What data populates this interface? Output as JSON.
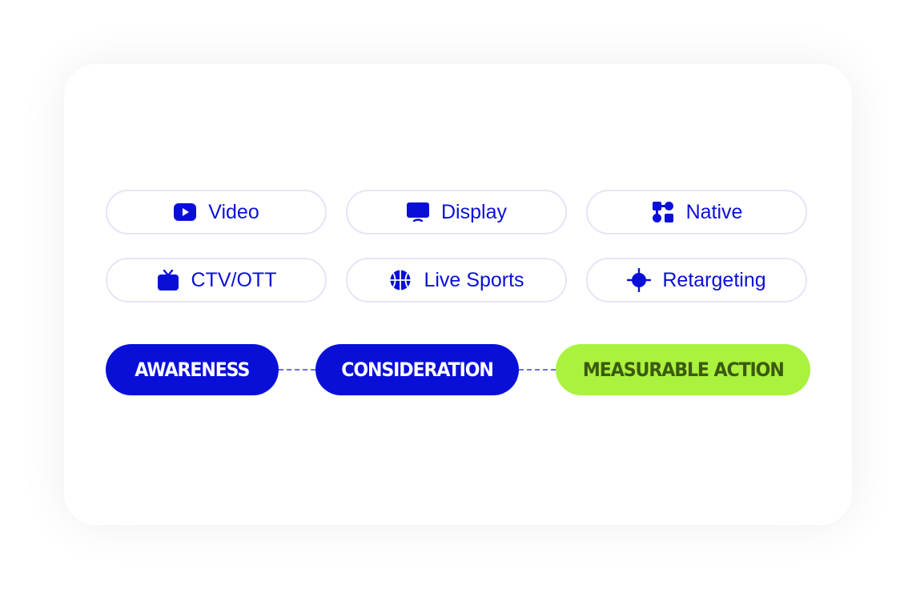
{
  "channels": [
    {
      "label": "Video",
      "icon": "video-play-icon"
    },
    {
      "label": "Display",
      "icon": "monitor-icon"
    },
    {
      "label": "Native",
      "icon": "native-blocks-icon"
    },
    {
      "label": "CTV/OTT",
      "icon": "tv-icon"
    },
    {
      "label": "Live Sports",
      "icon": "basketball-icon"
    },
    {
      "label": "Retargeting",
      "icon": "crosshair-icon"
    }
  ],
  "funnel": [
    {
      "label": "AWARENESS"
    },
    {
      "label": "CONSIDERATION"
    },
    {
      "label": "MEASURABLE ACTION"
    }
  ],
  "colors": {
    "brand_blue": "#0a0fd8",
    "accent_green": "#aaf23e",
    "green_text": "#3b5a10",
    "pill_border": "#e6e4f7"
  }
}
